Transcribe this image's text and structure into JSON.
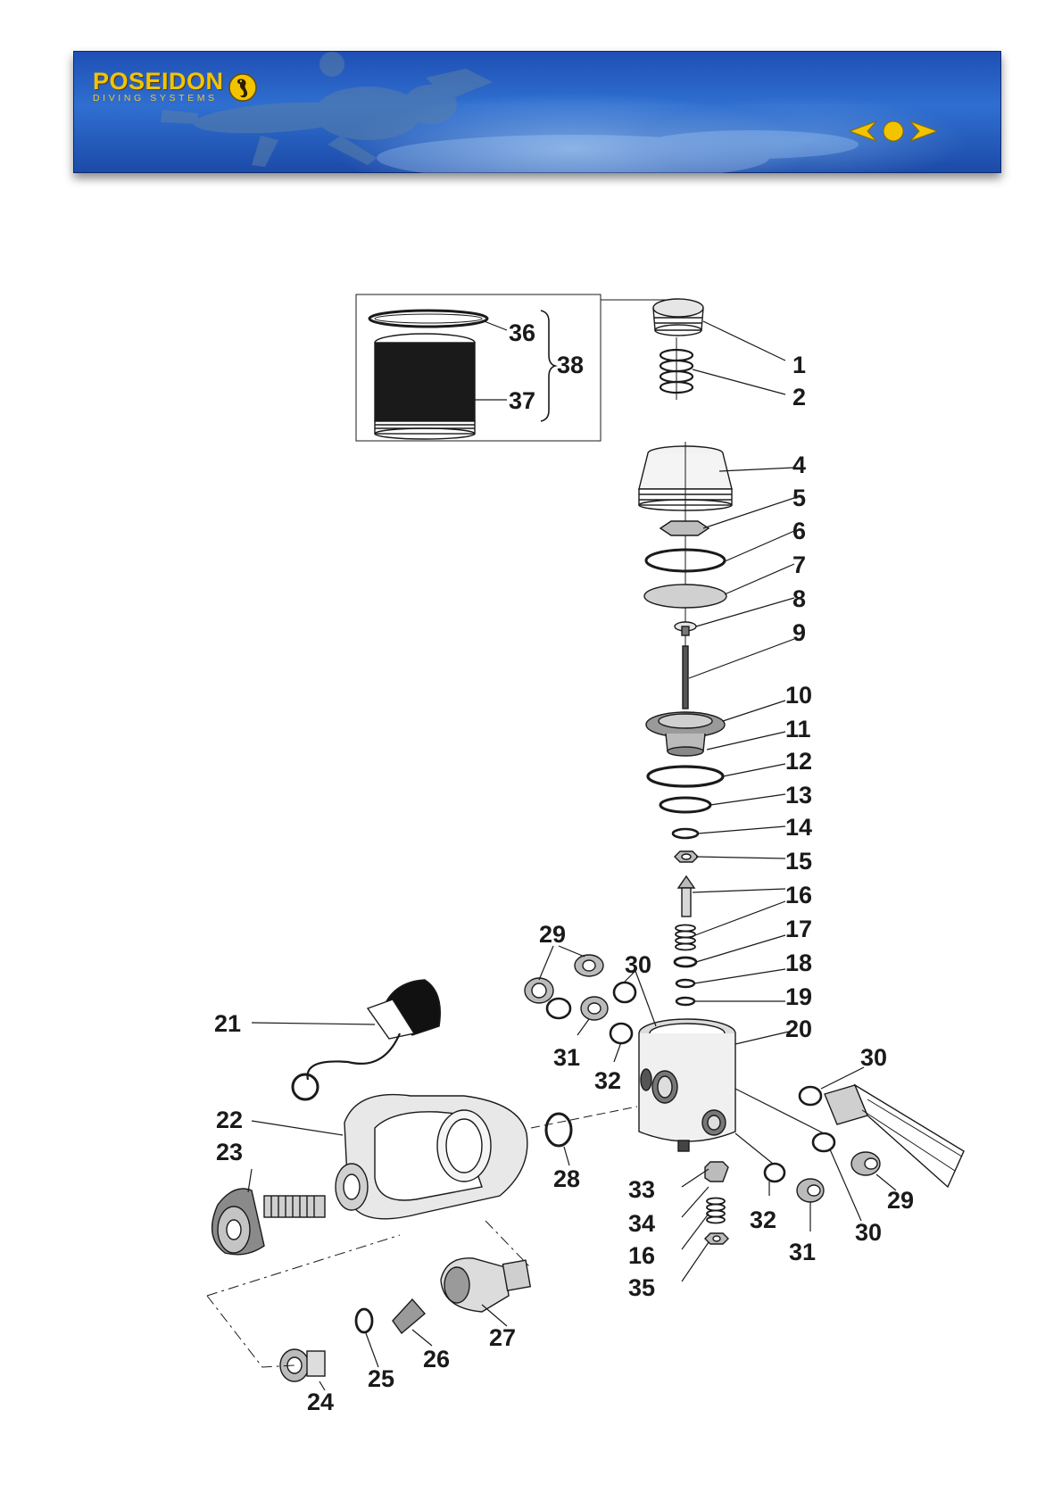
{
  "brand": {
    "name": "POSEIDON",
    "subtitle": "DIVING SYSTEMS",
    "accent_color": "#f2c400",
    "banner_color": "#2a62c6"
  },
  "navigation": {
    "prev_icon": "chevron-left-icon",
    "home_icon": "circle-home-icon",
    "next_icon": "chevron-right-icon"
  },
  "part_numbers": {
    "p1": "1",
    "p2": "2",
    "p4": "4",
    "p5": "5",
    "p6": "6",
    "p7": "7",
    "p8": "8",
    "p9": "9",
    "p10": "10",
    "p11": "11",
    "p12": "12",
    "p13": "13",
    "p14": "14",
    "p15": "15",
    "p16a": "16",
    "p17": "17",
    "p18": "18",
    "p19": "19",
    "p20": "20",
    "p21": "21",
    "p22": "22",
    "p23": "23",
    "p24": "24",
    "p25": "25",
    "p26": "26",
    "p27": "27",
    "p28": "28",
    "p29a": "29",
    "p29b": "29",
    "p30a": "30",
    "p30b": "30",
    "p30c": "30",
    "p31a": "31",
    "p31b": "31",
    "p32a": "32",
    "p32b": "32",
    "p33": "33",
    "p34": "34",
    "p16b": "16",
    "p35": "35",
    "p36": "36",
    "p37": "37",
    "p38": "38"
  }
}
